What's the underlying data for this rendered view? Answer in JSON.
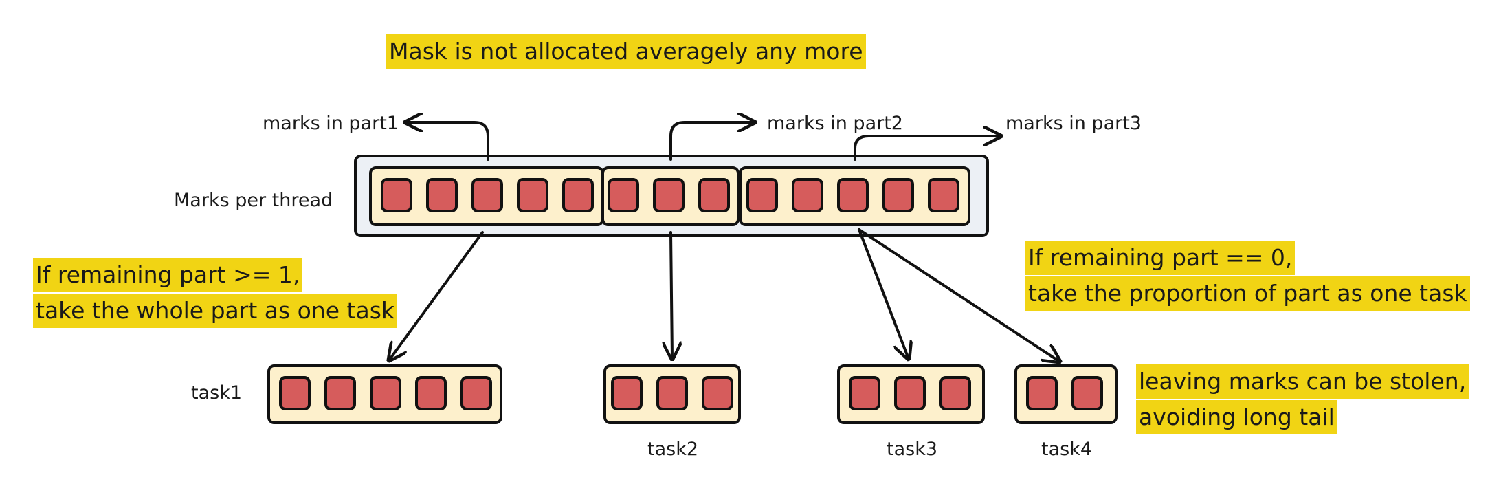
{
  "title": "Mask is not allocated averagely any more",
  "parts": {
    "part1_label": "marks in part1",
    "part2_label": "marks in part2",
    "part3_label": "marks in part3"
  },
  "thread_label": "Marks per thread",
  "notes": {
    "whole_part_line1": "If remaining part >= 1,",
    "whole_part_line2": "take the whole part as one task",
    "proportion_line1": "If remaining part == 0,",
    "proportion_line2": "take the proportion of part as one task",
    "stolen_line1": "leaving marks can be stolen,",
    "stolen_line2": "avoiding long tail"
  },
  "tasks": {
    "task1": "task1",
    "task2": "task2",
    "task3": "task3",
    "task4": "task4"
  },
  "colors": {
    "highlight": "#f1d414",
    "mark_fill": "#d65c5c",
    "group_fill": "#fdf0cc",
    "thread_fill": "#ecf0f5",
    "stroke": "#111111"
  }
}
